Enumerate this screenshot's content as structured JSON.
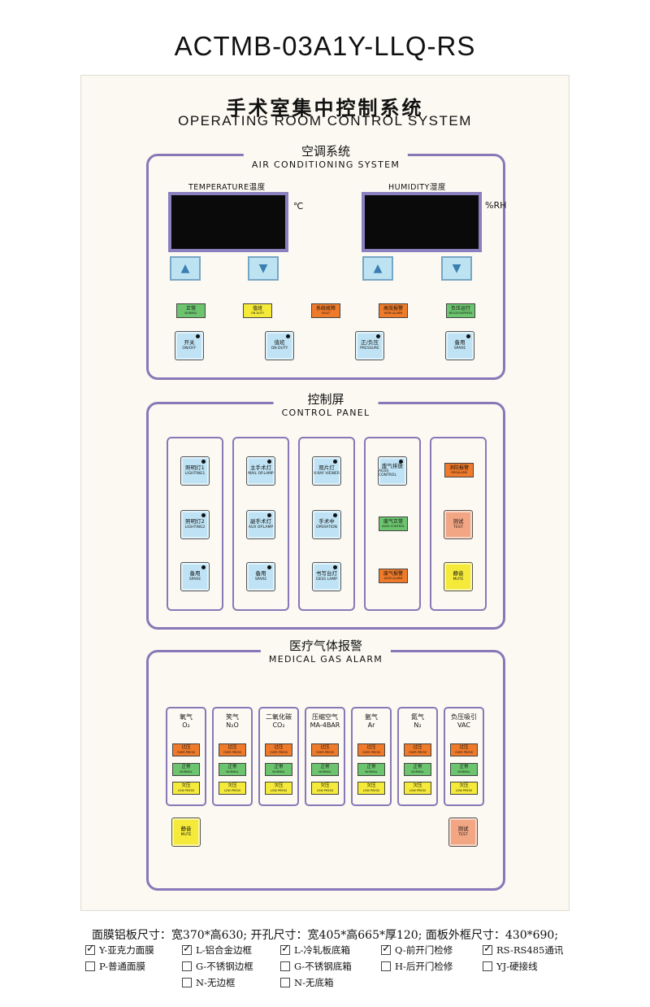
{
  "model": "ACTMB-03A1Y-LLQ-RS",
  "title_cn": "手术室集中控制系统",
  "title_en": "OPERATING  ROOM CONTROL SYSTEM",
  "ac": {
    "cn": "空调系统",
    "en": "AIR CONDITIONING SYSTEM",
    "temp_label": "TEMPERATURE温度",
    "temp_unit": "℃",
    "hum_label": "HUMIDITY湿度",
    "hum_unit": "%RH",
    "indicators": [
      {
        "cn": "正常",
        "en": "NORMAL",
        "color": "#6cc46e"
      },
      {
        "cn": "值班",
        "en": "ON DUTY",
        "color": "#f5ea3a"
      },
      {
        "cn": "系统故障",
        "en": "FAULT",
        "color": "#ef7a2a"
      },
      {
        "cn": "高效报警",
        "en": "HEPA ALARM",
        "color": "#ef7a2a"
      },
      {
        "cn": "负压运行",
        "en": "NEGATIVEPRESS",
        "color": "#6cc46e"
      }
    ],
    "buttons": [
      {
        "cn": "开关",
        "en": "ON/OFF"
      },
      {
        "cn": "值班",
        "en": "ON DUTY"
      },
      {
        "cn": "正/负压",
        "en": "PRESSURE"
      },
      {
        "cn": "备用",
        "en": "SPARE"
      }
    ]
  },
  "cp": {
    "cn": "控制屏",
    "en": "CONTROL PANEL",
    "col1": [
      {
        "cn": "照明灯1",
        "en": "LIGHTING1"
      },
      {
        "cn": "照明灯2",
        "en": "LIGHTING2"
      },
      {
        "cn": "备用",
        "en": "SPARE"
      }
    ],
    "col2": [
      {
        "cn": "主手术灯",
        "en": "MAIL OP.LAMP"
      },
      {
        "cn": "副手术灯",
        "en": "AUX OP.LAMP"
      },
      {
        "cn": "备用",
        "en": "SPARE"
      }
    ],
    "col3": [
      {
        "cn": "观片灯",
        "en": "X-RAY VIEWER"
      },
      {
        "cn": "手术中",
        "en": "OPERATION"
      },
      {
        "cn": "书写台灯",
        "en": "DESS LAMP"
      }
    ],
    "col4_btn": {
      "cn": "废气排放",
      "en": "AGSS CONTROL"
    },
    "col4_ind1": {
      "cn": "废气正常",
      "en": "AGSS CONTROL"
    },
    "col4_ind2": {
      "cn": "废气报警",
      "en": "AGSS ALARM"
    },
    "col5_ind": {
      "cn": "消防报警",
      "en": "FIREALARM"
    },
    "col5_test": {
      "cn": "测试",
      "en": "TEST"
    },
    "col5_mute": {
      "cn": "静音",
      "en": "MUTE"
    }
  },
  "gas": {
    "cn": "医疗气体报警",
    "en": "MEDICAL GAS ALARM",
    "columns": [
      {
        "cn": "氧气",
        "sub": "O₂"
      },
      {
        "cn": "笑气",
        "sub": "N₂O"
      },
      {
        "cn": "二氧化碳",
        "sub": "CO₂"
      },
      {
        "cn": "压缩空气",
        "sub": "MA-4BAR"
      },
      {
        "cn": "氩气",
        "sub": "Ar"
      },
      {
        "cn": "氮气",
        "sub": "N₂"
      },
      {
        "cn": "负压吸引",
        "sub": "VAC"
      }
    ],
    "over": {
      "cn": "过压",
      "en": "OVER PRESS"
    },
    "normal": {
      "cn": "正常",
      "en": "NORMAL"
    },
    "low": {
      "cn": "欠压",
      "en": "LOW PRESS"
    },
    "mute": {
      "cn": "静音",
      "en": "MUTE"
    },
    "test": {
      "cn": "测试",
      "en": "TEST"
    }
  },
  "spec": "面膜铝板尺寸：宽370*高630; 开孔尺寸：宽405*高665*厚120;  面板外框尺寸：430*690;",
  "options": [
    {
      "label": "Y-亚克力面膜",
      "checked": true
    },
    {
      "label": "L-铝合金边框",
      "checked": true
    },
    {
      "label": "L-冷轧板底箱",
      "checked": true
    },
    {
      "label": "Q-前开门检修",
      "checked": true
    },
    {
      "label": "RS-RS485通讯",
      "checked": true
    },
    {
      "label": "P-普通面膜",
      "checked": false
    },
    {
      "label": "G-不锈钢边框",
      "checked": false
    },
    {
      "label": "G-不锈钢底箱",
      "checked": false
    },
    {
      "label": "H-后开门检修",
      "checked": false
    },
    {
      "label": "YJ-硬接线",
      "checked": false
    },
    {
      "label": "N-无边框",
      "checked": false
    },
    {
      "label": "N-无底箱",
      "checked": false
    }
  ]
}
